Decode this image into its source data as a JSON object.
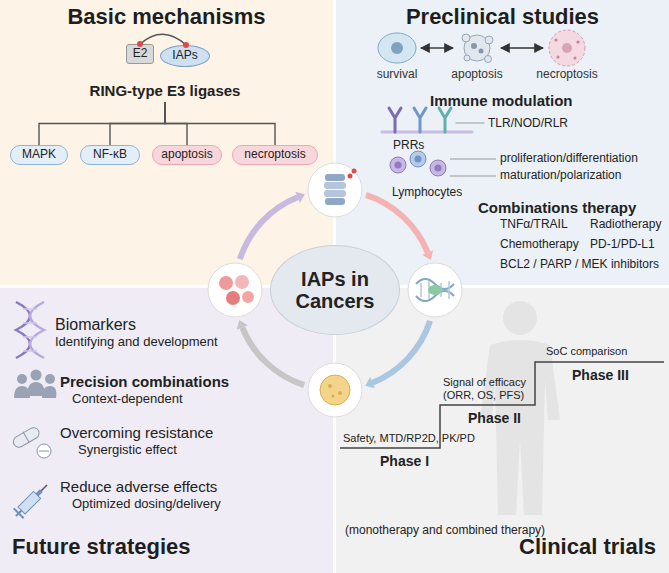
{
  "diagram": {
    "nodes": [
      {
        "text": [
          "Basic mechanisms"
        ]
      },
      {
        "text": [
          "E2"
        ],
        "in": 0
      },
      {
        "text": [
          "IAPs"
        ],
        "in": 0
      },
      {
        "text": [
          "RING-type E3 ligases"
        ],
        "in": 0
      },
      {
        "text": [
          "MAPK"
        ],
        "in": 0
      },
      {
        "text": [
          "NF-κB"
        ],
        "in": 0
      },
      {
        "text": [
          "apoptosis"
        ],
        "in": 0
      },
      {
        "text": [
          "necroptosis"
        ],
        "in": 0
      },
      {
        "text": [
          "Preclinical studies"
        ]
      },
      {
        "text": [
          "survival"
        ],
        "in": 8
      },
      {
        "text": [
          "apoptosis"
        ],
        "in": 8
      },
      {
        "text": [
          "necroptosis"
        ],
        "in": 8
      },
      {
        "text": [
          "IAPs in Cancers"
        ]
      },
      {
        "text": [
          "Future strategies"
        ]
      },
      {
        "text": [
          "Clinical trials"
        ]
      }
    ],
    "edges": [
      {
        "from": 3,
        "to": 4,
        "arrow": "none"
      },
      {
        "from": 3,
        "to": 5,
        "arrow": "none"
      },
      {
        "from": 3,
        "to": 6,
        "arrow": "none"
      },
      {
        "from": 3,
        "to": 7,
        "arrow": "none"
      },
      {
        "from": 9,
        "to": 10,
        "arrow": "both"
      },
      {
        "from": 10,
        "to": 11,
        "arrow": "both"
      }
    ],
    "labels": [
      "Immune modulation",
      "TLR/NOD/RLR",
      "PRRs",
      "proliferation/differentiation",
      "maturation/polarization",
      "Lymphocytes",
      "Combinations therapy",
      "TNFα/TRAIL",
      "Radiotherapy",
      "Chemotherapy",
      "PD-1/PD-L1",
      "BCL2 / PARP / MEK inhibitors",
      "Biomarkers",
      "Identifying and development",
      "Precision combinations",
      "Context-dependent",
      "Overcoming resistance",
      "Synergistic effect",
      "Reduce adverse effects",
      "Optimized dosing/delivery",
      "Safety, MTD/RP2D, PK/PD",
      "Phase I",
      "Signal of efficacy (ORR, OS, PFS)",
      "Phase II",
      "SoC comparison",
      "Phase III",
      "(monotherapy and combined therapy)"
    ]
  }
}
